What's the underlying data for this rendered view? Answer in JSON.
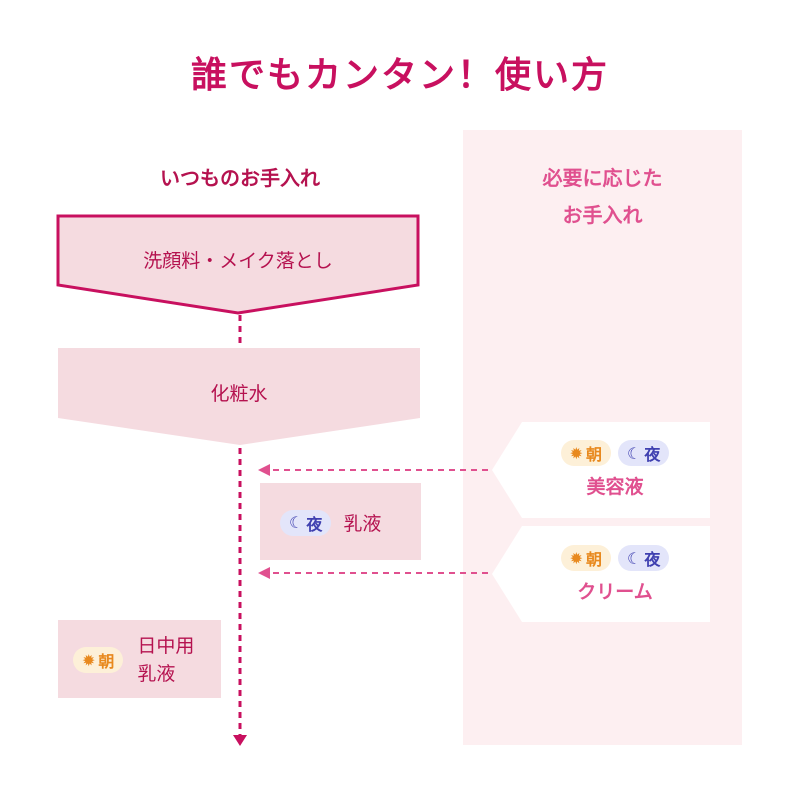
{
  "title": "誰でもカンタン！使い方",
  "left_heading": "いつものお手入れ",
  "right_heading": [
    "必要に応じた",
    "お手入れ"
  ],
  "steps": {
    "cleanse": "洗顔料・メイク落とし",
    "toner": "化粧水",
    "night_emulsion": "乳液",
    "day_emulsion": [
      "日中用",
      "乳液"
    ]
  },
  "badges": {
    "morning": "朝",
    "night": "夜"
  },
  "optional": [
    {
      "label": "美容液"
    },
    {
      "label": "クリーム"
    }
  ],
  "colors": {
    "title": "#c8105f",
    "box": "#f5dbe0",
    "panel": "#fdeff1",
    "arrow": "#e0508f",
    "morning": "#e8891e",
    "night": "#3f40b0"
  }
}
